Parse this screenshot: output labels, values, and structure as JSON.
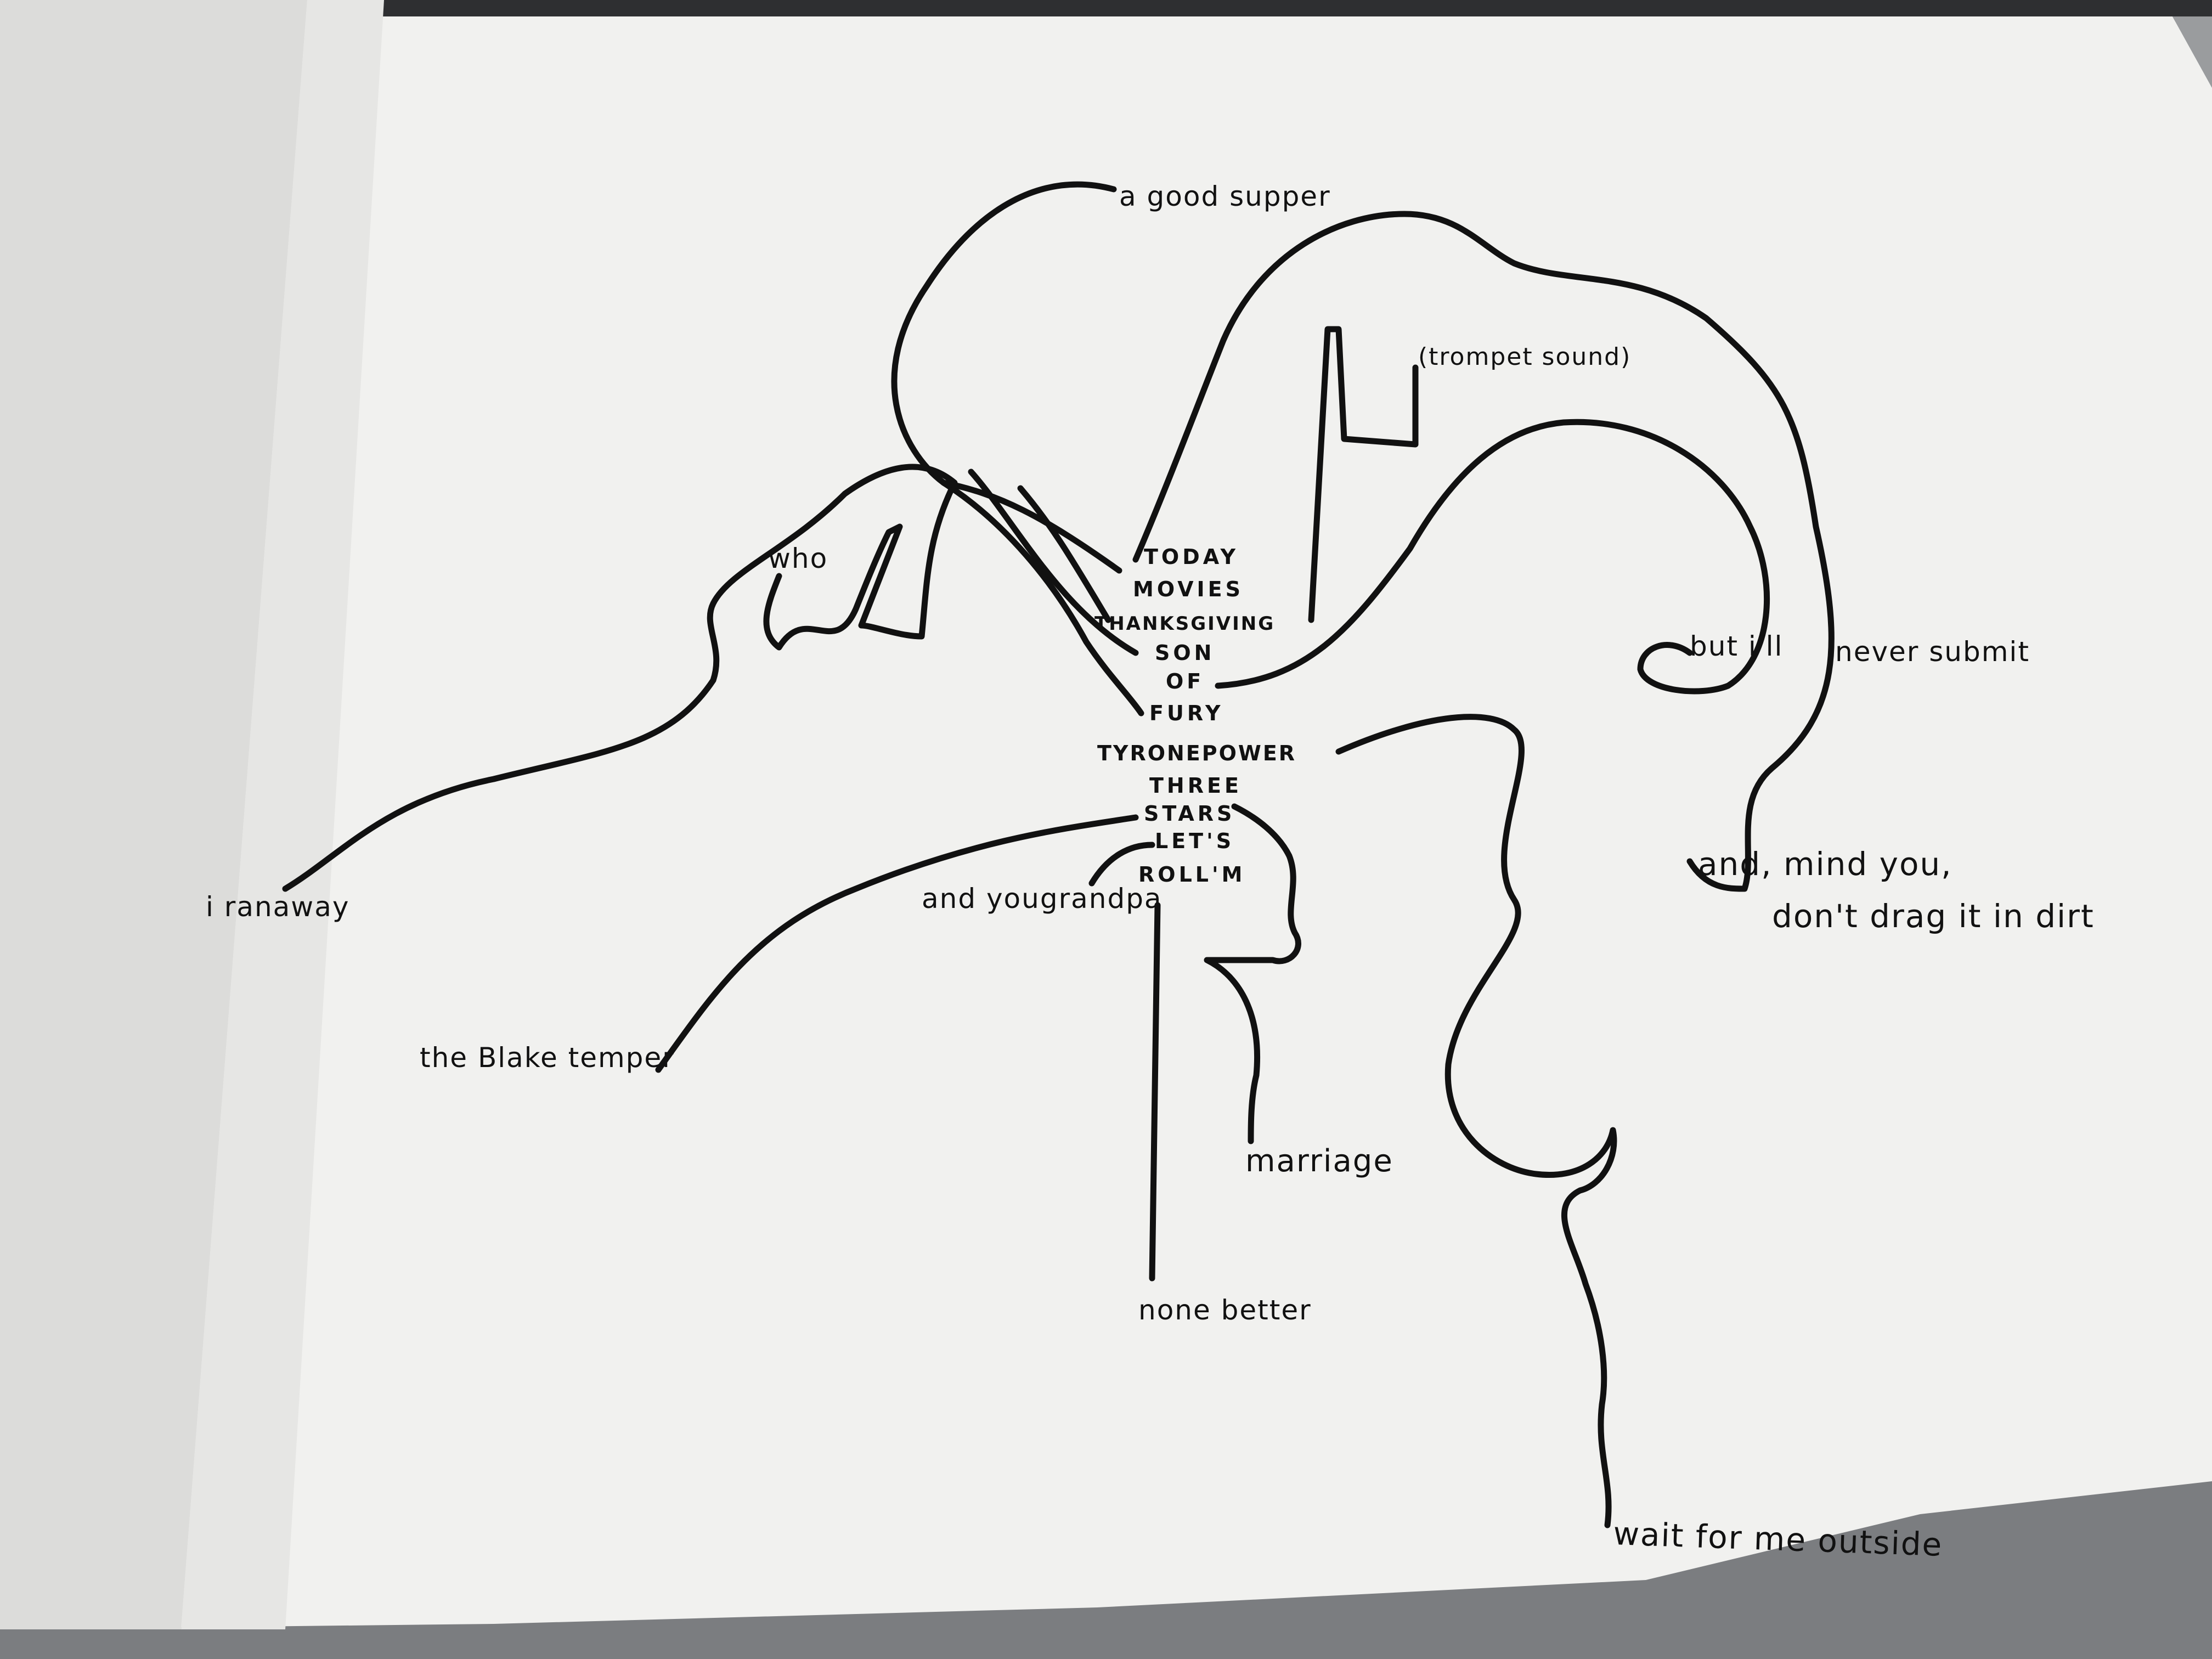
{
  "labels": {
    "a_good_supper": "a good supper",
    "trumpet_sound": "(trompet sound)",
    "who": "who",
    "today": "TODAY",
    "movies": "MOVIES",
    "thanksgiving": "THANKSGIVING",
    "son": "SON",
    "of": "OF",
    "fury": "FURY",
    "tyrone_power": "TYRONEPOWER",
    "three": "THREE",
    "stars": "STARS",
    "lets": "LET'S",
    "rollm": "ROLL'M",
    "and_you_grandpa": "and yougrandpa",
    "i_ran_away": "i ranaway",
    "the_blake_temper": "the Blake temper",
    "marriage": "marriage",
    "none_better": "none better",
    "but_ill": "but i'll",
    "never_submit": "never submit",
    "and_mind_you": "and, mind you,",
    "dont_drag": "don't drag it in dirt",
    "wait_for_me": "wait for me outside"
  },
  "colors": {
    "ink": "#111111",
    "paper": "#f1f1ef",
    "background": "#7b7d80"
  }
}
